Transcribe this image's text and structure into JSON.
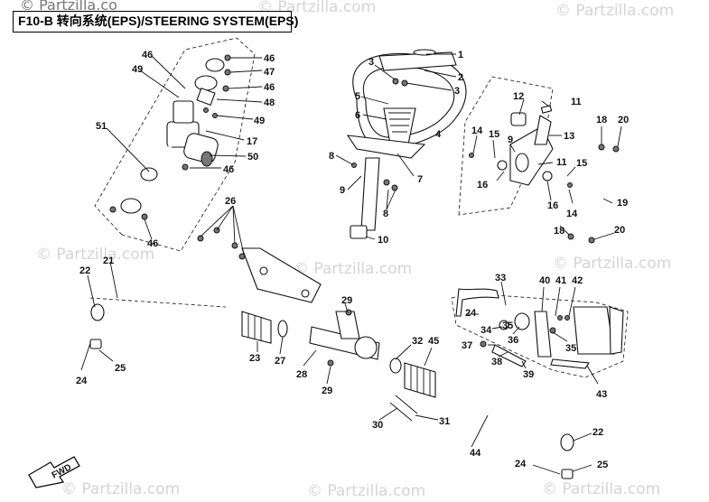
{
  "title": "F10-B 转向系统(EPS)/STEERING SYSTEM(EPS)",
  "watermark_top": "© Partzilla.co",
  "watermark": "© Partzilla.com",
  "fwd_label": "FWD",
  "callouts": {
    "c1": "1",
    "c2": "2",
    "c3": "3",
    "c3b": "3",
    "c4": "4",
    "c5": "5",
    "c6": "6",
    "c7": "7",
    "c8": "8",
    "c8b": "8",
    "c9": "9",
    "c9b": "9",
    "c10": "10",
    "c11": "11",
    "c11b": "11",
    "c12": "12",
    "c13": "13",
    "c14": "14",
    "c14b": "14",
    "c15": "15",
    "c15b": "15",
    "c16": "16",
    "c16b": "16",
    "c17": "17",
    "c18": "18",
    "c18b": "18",
    "c19": "19",
    "c20": "20",
    "c20b": "20",
    "c21": "21",
    "c22": "22",
    "c22b": "22",
    "c23": "23",
    "c24": "24",
    "c24b": "24",
    "c24c": "24",
    "c25": "25",
    "c25b": "25",
    "c26": "26",
    "c27": "27",
    "c28": "28",
    "c29": "29",
    "c29b": "29",
    "c30": "30",
    "c31": "31",
    "c32": "32",
    "c33": "33",
    "c34": "34",
    "c35": "35",
    "c35b": "35",
    "c36": "36",
    "c37": "37",
    "c38": "38",
    "c39": "39",
    "c40": "40",
    "c41": "41",
    "c42": "42",
    "c43": "43",
    "c44": "44",
    "c45": "45",
    "c46a": "46",
    "c46b": "46",
    "c46c": "46",
    "c46d": "46",
    "c46e": "46",
    "c47": "47",
    "c48": "48",
    "c49": "49",
    "c49b": "49",
    "c50": "50",
    "c51": "51"
  }
}
